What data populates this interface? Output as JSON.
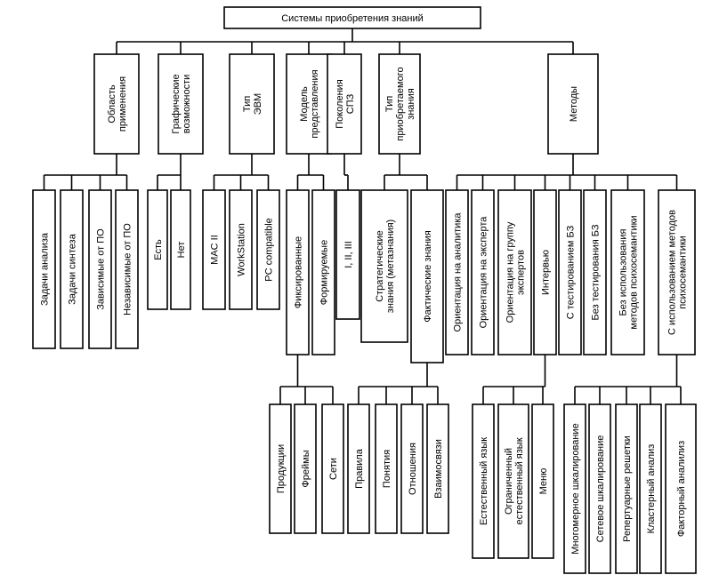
{
  "root": "Системы приобретения знаний",
  "categories": [
    {
      "label": [
        "Область",
        "применения"
      ],
      "children": [
        {
          "label": [
            "Задачи анализа"
          ]
        },
        {
          "label": [
            "Задачи синтеза"
          ]
        },
        {
          "label": [
            "Зависимые от ПО"
          ]
        },
        {
          "label": [
            "Независимые от ПО"
          ]
        }
      ]
    },
    {
      "label": [
        "Графические",
        "возможности"
      ],
      "children": [
        {
          "label": [
            "Есть"
          ]
        },
        {
          "label": [
            "Нет"
          ]
        }
      ]
    },
    {
      "label": [
        "Тип",
        "ЭВМ"
      ],
      "children": [
        {
          "label": [
            "MAC II"
          ]
        },
        {
          "label": [
            "WorkStation"
          ]
        },
        {
          "label": [
            "PC compatible"
          ]
        }
      ]
    },
    {
      "label": [
        "Модель",
        "представления"
      ],
      "children": [
        {
          "label": [
            "Фиксированные"
          ],
          "children": [
            {
              "label": [
                "Продукции"
              ]
            },
            {
              "label": [
                "Фреймы"
              ]
            },
            {
              "label": [
                "Сети"
              ]
            }
          ]
        },
        {
          "label": [
            "Формируемые"
          ]
        }
      ]
    },
    {
      "label": [
        "Поколения",
        "СПЗ"
      ],
      "children": [
        {
          "label": [
            "I, II, III"
          ]
        }
      ]
    },
    {
      "label": [
        "Тип",
        "приобретаемого",
        "знания"
      ],
      "children": [
        {
          "label": [
            "Стратегические",
            "знания (метазнания)"
          ]
        },
        {
          "label": [
            "Фактические знания"
          ],
          "children": [
            {
              "label": [
                "Правила"
              ]
            },
            {
              "label": [
                "Понятия"
              ]
            },
            {
              "label": [
                "Отношения"
              ]
            },
            {
              "label": [
                "Взаимосвязи"
              ]
            }
          ]
        }
      ]
    },
    {
      "label": [
        "Методы"
      ],
      "children": [
        {
          "label": [
            "Ориентация на аналитика"
          ]
        },
        {
          "label": [
            "Ориентация на эксперта"
          ]
        },
        {
          "label": [
            "Ориентация на группу",
            "экспертов"
          ]
        },
        {
          "label": [
            "Интервью"
          ],
          "children": [
            {
              "label": [
                "Естественный язык"
              ]
            },
            {
              "label": [
                "Ограниченный",
                "естественный язык"
              ]
            },
            {
              "label": [
                "Меню"
              ]
            }
          ]
        },
        {
          "label": [
            "С тестированием БЗ"
          ]
        },
        {
          "label": [
            "Без тестирования БЗ"
          ]
        },
        {
          "label": [
            "Без использования",
            "методов психосемантики"
          ]
        },
        {
          "label": [
            "С использованием методов",
            "психосемантики"
          ],
          "children": [
            {
              "label": [
                "Многомерное шкалирование"
              ]
            },
            {
              "label": [
                "Сетевое шкалирование"
              ]
            },
            {
              "label": [
                "Репертуарные решетки"
              ]
            },
            {
              "label": [
                "Кластерный анализ"
              ]
            },
            {
              "label": [
                "Факторный аналилиз"
              ]
            }
          ]
        }
      ]
    }
  ]
}
